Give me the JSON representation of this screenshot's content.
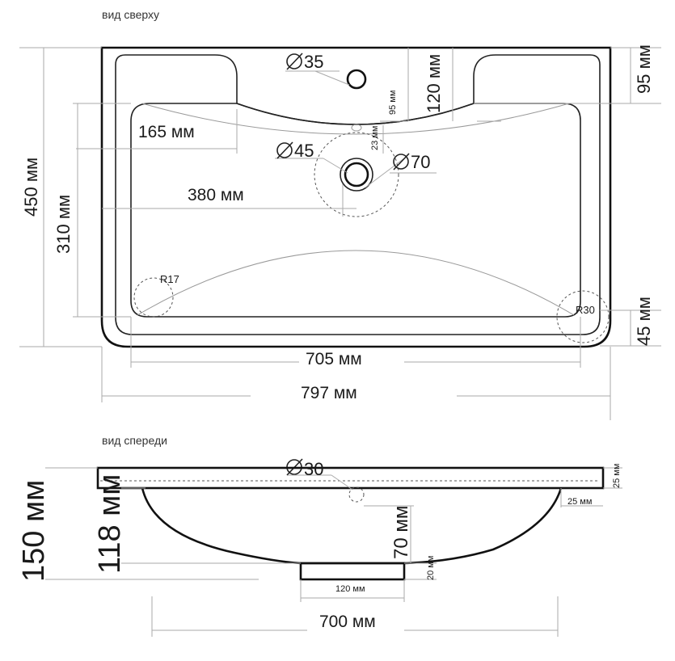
{
  "views": {
    "top": "вид сверху",
    "front": "вид спереди"
  },
  "top_view": {
    "d35": "35",
    "d45": "45",
    "d70": "70",
    "h120": "120 мм",
    "h95_small": "95 мм",
    "h95": "95 мм",
    "h23": "23 мм",
    "w165": "165 мм",
    "w380": "380 мм",
    "h450": "450 мм",
    "h310": "310 мм",
    "r17": "R17",
    "r30": "R30",
    "h45": "45 мм",
    "w705": "705 мм",
    "w797": "797 мм"
  },
  "front_view": {
    "d30": "30",
    "h25_right": "25 мм",
    "w25": "25 мм",
    "h150": "150 мм",
    "h118": "118 мм",
    "h70": "70 мм",
    "h20": "20 мм",
    "w120": "120 мм",
    "w700": "700 мм"
  }
}
